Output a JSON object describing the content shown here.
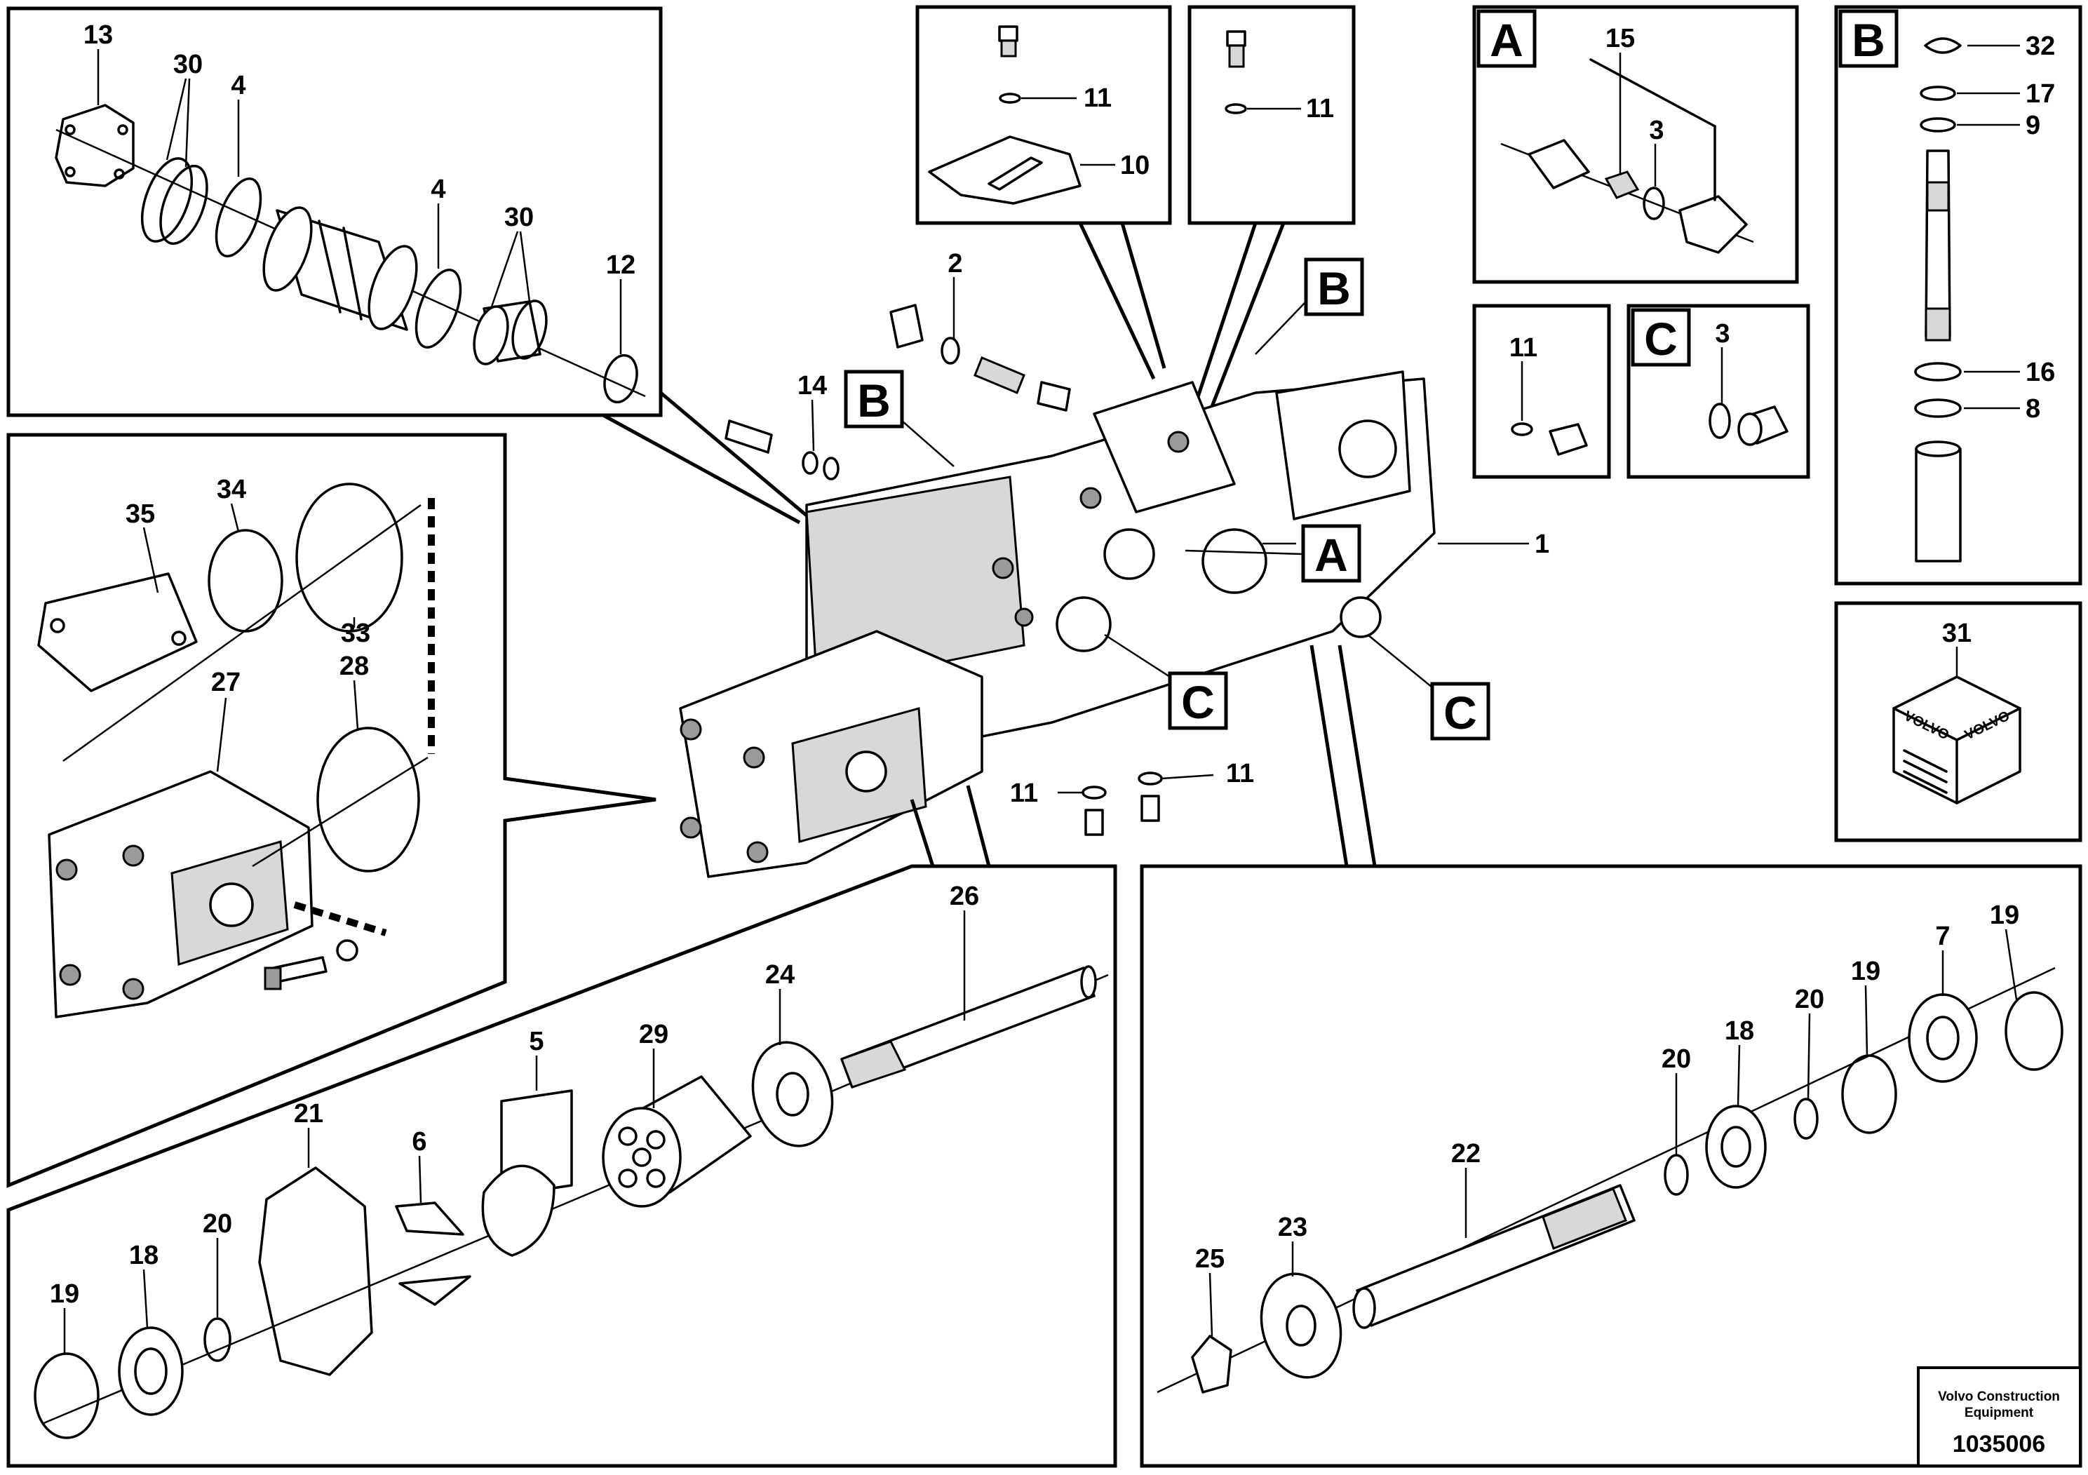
{
  "diagram": {
    "callouts": {
      "c13": "13",
      "c30a": "30",
      "c4a": "4",
      "c4b": "4",
      "c30b": "30",
      "c12": "12",
      "c35": "35",
      "c34": "34",
      "c33": "33",
      "c27": "27",
      "c28": "28",
      "c11a": "11",
      "c10": "10",
      "c11b": "11",
      "c15": "15",
      "c3a": "3",
      "c32": "32",
      "c17": "17",
      "c9": "9",
      "c11c": "11",
      "c3b": "3",
      "c16": "16",
      "c8": "8",
      "c31": "31",
      "c2": "2",
      "c14": "14",
      "c1": "1",
      "c11d": "11",
      "c11e": "11",
      "c26": "26",
      "c24": "24",
      "c29": "29",
      "c5": "5",
      "c21": "21",
      "c6": "6",
      "c19a": "19",
      "c18a": "18",
      "c20a": "20",
      "c19b": "19",
      "c7": "7",
      "c19c": "19",
      "c20b": "20",
      "c18b": "18",
      "c20c": "20",
      "c22": "22",
      "c23": "23",
      "c25": "25"
    },
    "detail_markers": {
      "a_box": "A",
      "b_box": "B",
      "c_box": "C",
      "b_main_top": "B",
      "b_main_left": "B",
      "a_main": "A",
      "c_main_left": "C",
      "c_main_right": "C"
    },
    "kit_logo_left": "VOLVO",
    "kit_logo_right": "VOLVO",
    "title_block": {
      "company_line1": "Volvo Construction",
      "company_line2": "Equipment",
      "drawing_number": "1035006"
    }
  }
}
